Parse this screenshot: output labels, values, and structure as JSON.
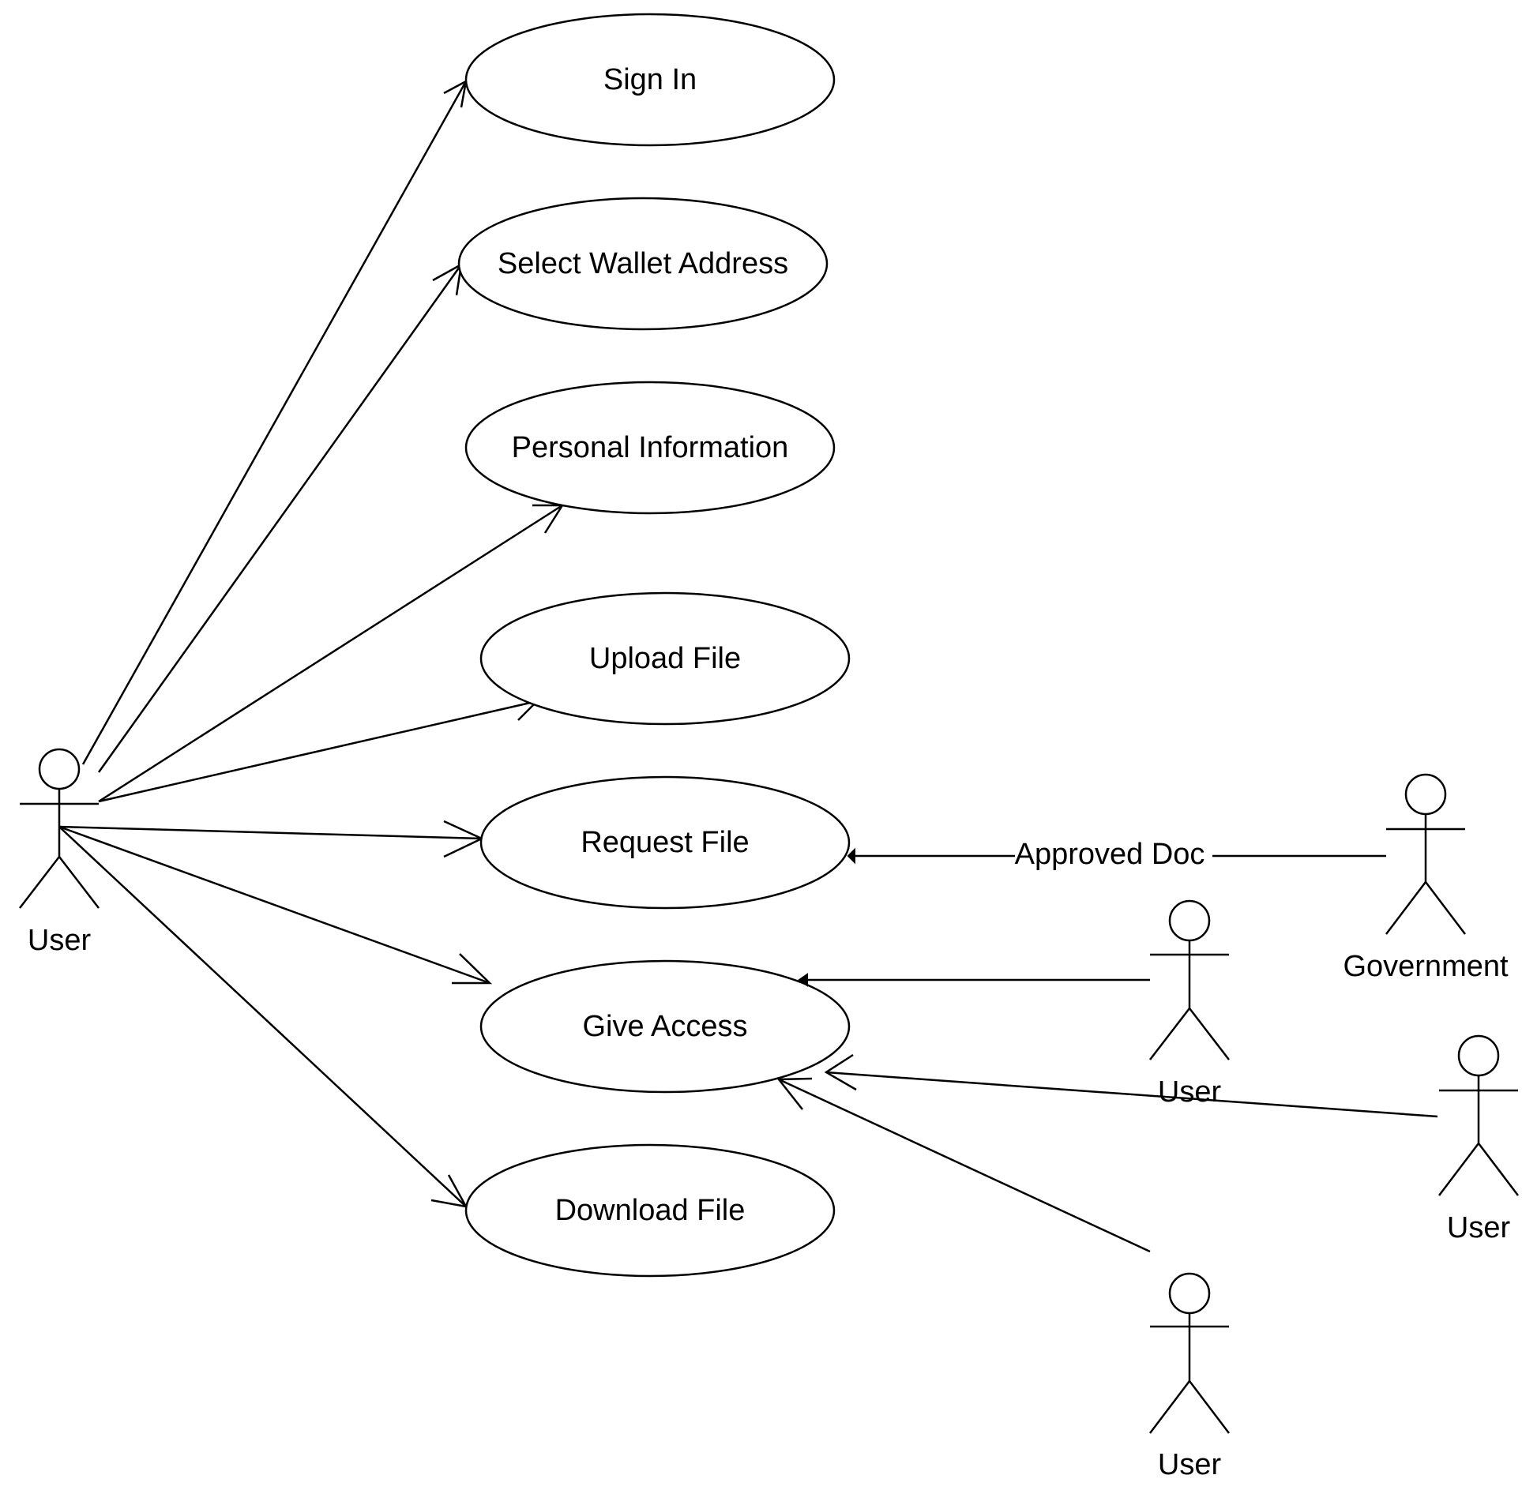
{
  "diagram": {
    "type": "use-case",
    "actors": {
      "main": "User",
      "government": "Government",
      "user_a": "User",
      "user_b": "User",
      "user_c": "User"
    },
    "use_cases": {
      "sign_in": "Sign In",
      "select_wallet": "Select Wallet Address",
      "personal_info": "Personal Information",
      "upload_file": "Upload File",
      "request_file": "Request File",
      "give_access": "Give Access",
      "download_file": "Download File"
    },
    "connector_labels": {
      "government_request": "Approved Doc"
    },
    "colors": {
      "stroke": "#000000",
      "background": "#ffffff"
    }
  }
}
